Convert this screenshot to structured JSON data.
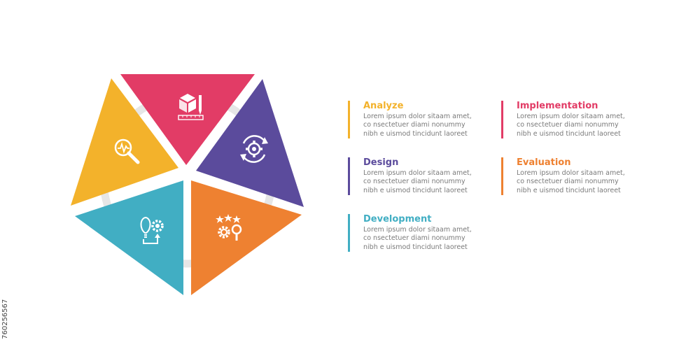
{
  "colors": {
    "analyze": "#f3b22b",
    "design": "#5b4b9c",
    "development": "#41aec3",
    "implementation": "#e23c66",
    "evaluation": "#ee8131",
    "ring": "#e6e6e6"
  },
  "segments": [
    {
      "key": "implementation",
      "icon": "cube-ruler-pencil-icon"
    },
    {
      "key": "design",
      "icon": "gear-cycle-icon"
    },
    {
      "key": "evaluation",
      "icon": "stars-gear-magnifier-icon"
    },
    {
      "key": "development",
      "icon": "lightbulb-gear-icon"
    },
    {
      "key": "analyze",
      "icon": "magnifier-pulse-icon"
    }
  ],
  "items": {
    "analyze": {
      "title": "Analyze",
      "body": "Lorem ipsum dolor sitaam amet, co nsectetuer diami nonummy  nibh e uismod tincidunt laoreet"
    },
    "implementation": {
      "title": "Implementation",
      "body": "Lorem ipsum dolor sitaam amet, co nsectetuer diami nonummy  nibh e uismod tincidunt laoreet"
    },
    "design": {
      "title": "Design",
      "body": "Lorem ipsum dolor sitaam amet, co nsectetuer diami nonummy  nibh e uismod tincidunt laoreet"
    },
    "evaluation": {
      "title": "Evaluation",
      "body": "Lorem ipsum dolor sitaam amet, co nsectetuer diami nonummy  nibh e uismod tincidunt laoreet"
    },
    "development": {
      "title": "Development",
      "body": "Lorem ipsum dolor sitaam amet, co nsectetuer diami nonummy  nibh e uismod tincidunt laoreet"
    }
  },
  "watermark": {
    "id": "760256567"
  }
}
